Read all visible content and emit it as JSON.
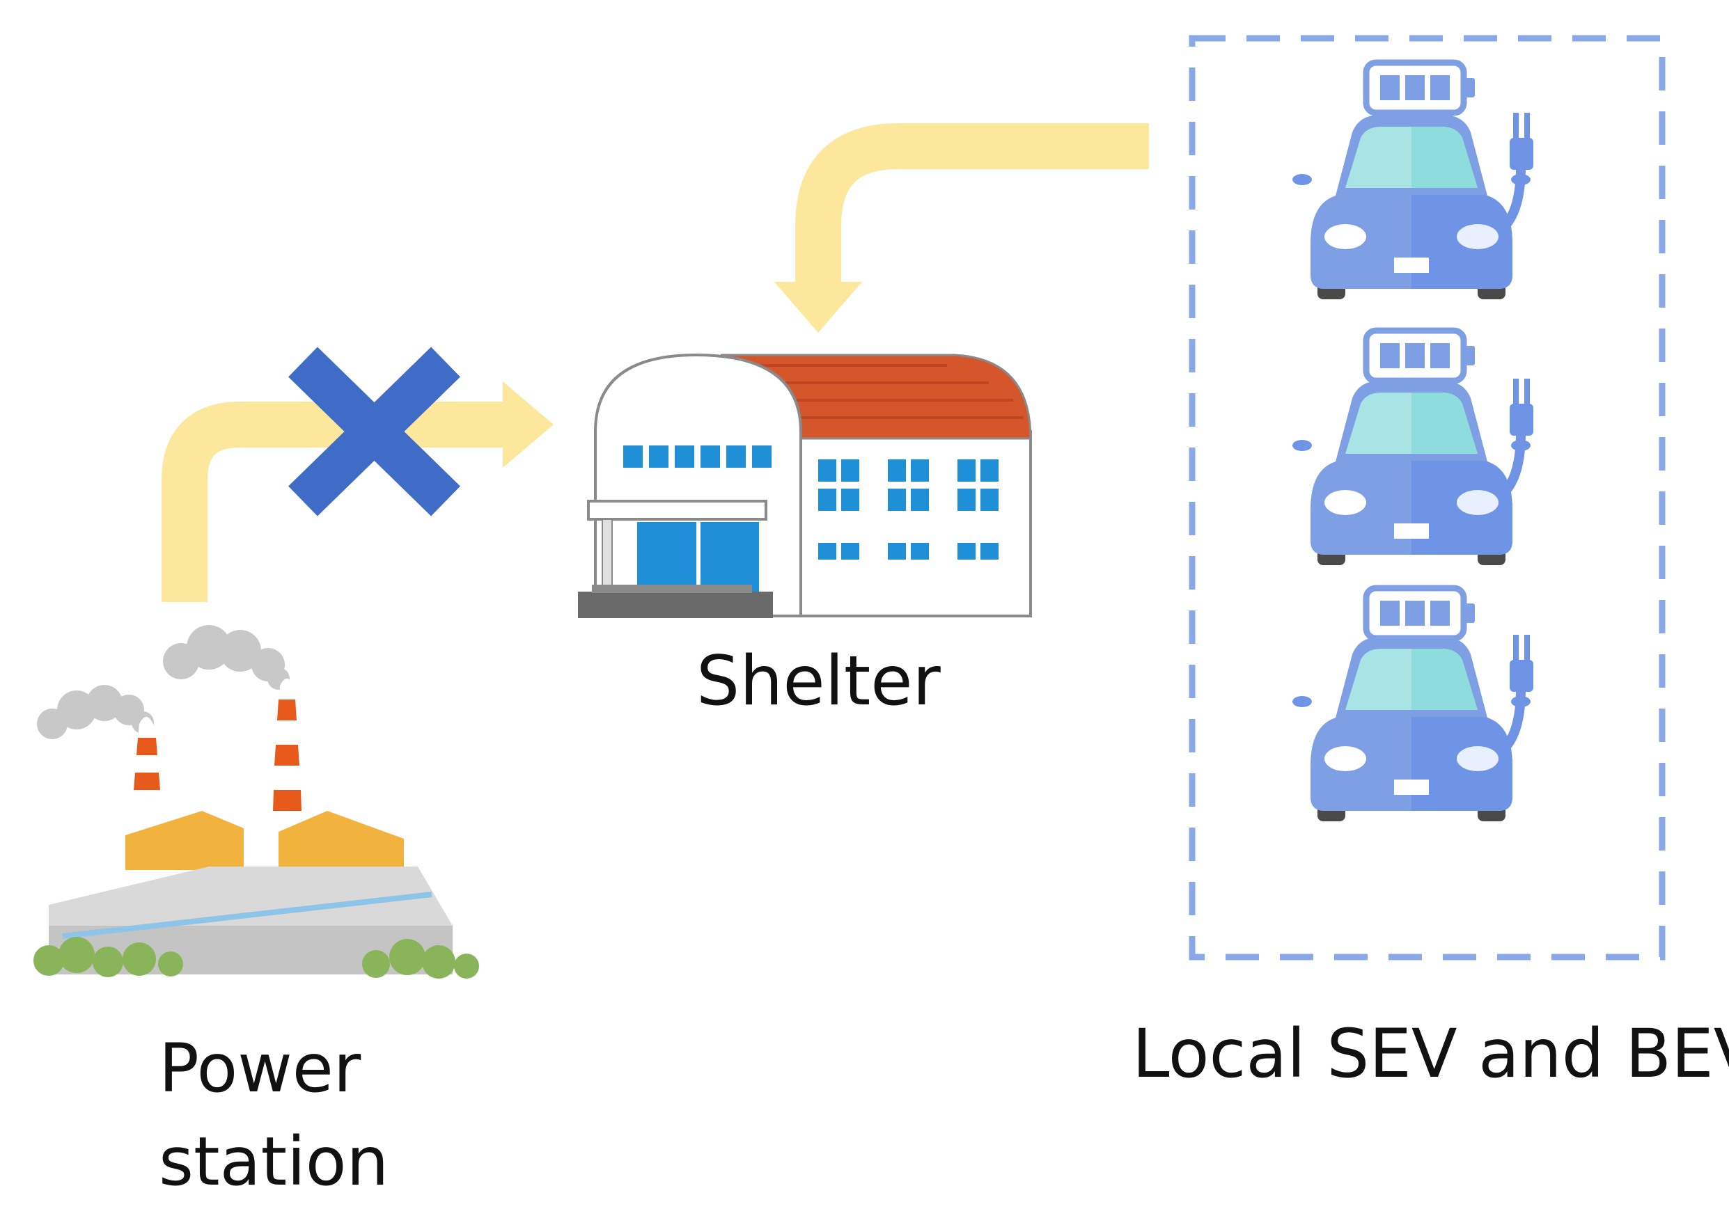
{
  "labels": {
    "shelter": "Shelter",
    "power_line1": "Power",
    "power_line2": "station",
    "local": "Local SEV and BEV"
  },
  "colors": {
    "arrow": "#fde79c",
    "cross": "#3f6cc6",
    "car_body": "#7f9fe4",
    "car_glass": "#a8e4e4",
    "dashed_box": "#8aa8e8",
    "roof": "#d5562a",
    "window": "#1f8fd8",
    "smoke": "#c8c8c8",
    "chimney_stripe": "#e85a1c",
    "plant_block": "#f2b23e",
    "bush": "#8ab45a"
  },
  "icons": [
    "power-station-icon",
    "shelter-building-icon",
    "electric-car-icon",
    "battery-icon",
    "plug-icon",
    "blocked-cross-icon"
  ]
}
